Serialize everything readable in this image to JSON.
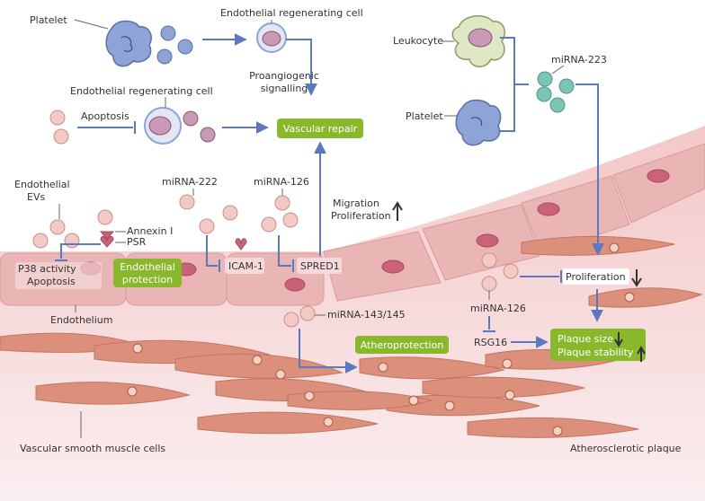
{
  "labels": {
    "platelet_top": "Platelet",
    "erc_top": "Endothelial regenerating cell",
    "proangiogenic_1": "Proangiogenic",
    "proangiogenic_2": "signalling",
    "erc_mid": "Endothelial regenerating cell",
    "apoptosis": "Apoptosis",
    "vascular_repair": "Vascular repair",
    "leukocyte": "Leukocyte",
    "platelet_right": "Platelet",
    "mirna_223": "miRNA-223",
    "endo_evs_1": "Endothelial",
    "endo_evs_2": "EVs",
    "annexin": "Annexin I",
    "psr": "PSR",
    "p38_activity": "P38 activity",
    "apoptosis_left": "Apoptosis",
    "endo_protection_1": "Endothelial",
    "endo_protection_2": "protection",
    "endothelium": "Endothelium",
    "mirna_222": "miRNA-222",
    "icam1": "ICAM-1",
    "mirna_126_mid": "miRNA-126",
    "spred1": "SPRED1",
    "migration": "Migration",
    "proliferation_mid": "Proliferation",
    "mirna_143": "miRNA-143/145",
    "atheroprotection": "Atheroprotection",
    "proliferation_right": "Proliferation",
    "mirna_126_right": "miRNA-126",
    "rsg16": "RSG16",
    "plaque_size": "Plaque size",
    "plaque_stability": "Plaque stability",
    "vsmc": "Vascular smooth muscle cells",
    "atherosclerotic": "Atherosclerotic plaque"
  },
  "colors": {
    "arrow": "#5b78c0",
    "green_box": "#8ab82c",
    "vesicle_pink": "#f2c9c4",
    "teal": "#7cc5b5",
    "platelet_blue": "#8ea3d6",
    "tissue": "#f0c4c4",
    "cell_fill": "#e8b0b0",
    "smc": "#dc8f7a"
  }
}
